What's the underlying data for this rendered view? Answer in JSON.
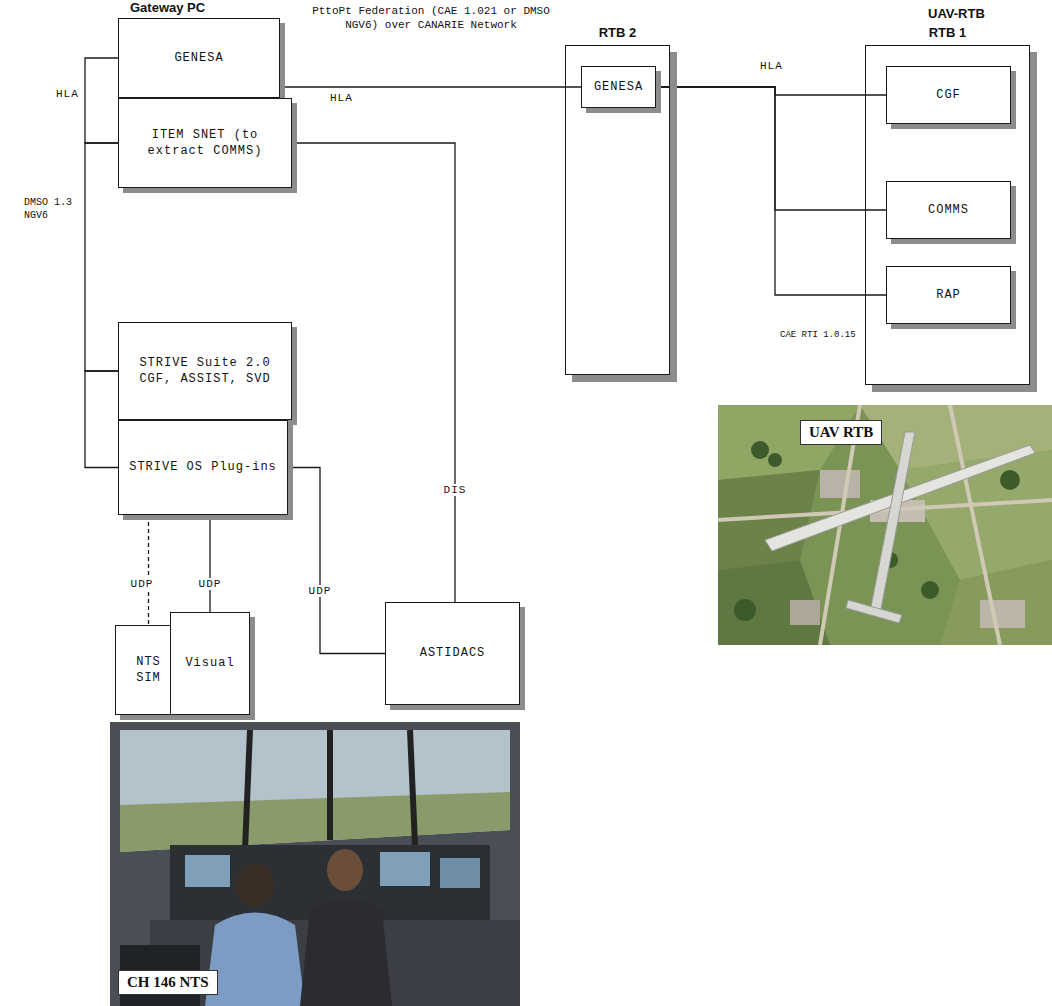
{
  "diagram": {
    "title": "UAV-RTB",
    "nodes": [
      {
        "text": [
          "GENESA"
        ]
      },
      {
        "text": [
          "ITEM SNET (to extract COMMS)"
        ]
      },
      {
        "text": [
          "STRIVE Suite 2.0 CGF, ASSIST, SVD"
        ]
      },
      {
        "text": [
          "STRIVE OS Plug-ins"
        ]
      },
      {
        "text": [
          "RTB 2"
        ]
      },
      {
        "text": [
          "GENESA"
        ],
        "in": 4
      },
      {
        "text": [
          "RTB 1"
        ]
      },
      {
        "text": [
          "CGF"
        ],
        "in": 6
      },
      {
        "text": [
          "COMMS"
        ],
        "in": 6
      },
      {
        "text": [
          "RAP"
        ],
        "in": 6
      },
      {
        "text": [
          "NTS SIM"
        ]
      },
      {
        "text": [
          "Visual"
        ]
      },
      {
        "text": [
          "ASTIDACS"
        ]
      }
    ],
    "edges": [
      {
        "from": 0,
        "to": 5,
        "arrow": "none",
        "label": "PttoPt Federation (CAE 1.021 or DMSO NGV6) over CANARIE Network"
      },
      {
        "from": 5,
        "to": 7,
        "arrow": "none"
      },
      {
        "from": 5,
        "to": 8,
        "arrow": "none"
      },
      {
        "from": 5,
        "to": 9,
        "arrow": "none"
      },
      {
        "from": 0,
        "to": 1,
        "arrow": "none"
      },
      {
        "from": 1,
        "to": 2,
        "arrow": "none"
      },
      {
        "from": 2,
        "to": 3,
        "arrow": "none"
      },
      {
        "from": 1,
        "to": 12,
        "arrow": "none"
      },
      {
        "from": 3,
        "to": 10,
        "arrow": "none"
      },
      {
        "from": 3,
        "to": 11,
        "arrow": "none"
      },
      {
        "from": 3,
        "to": 12,
        "arrow": "none"
      }
    ],
    "labels": [
      "Gateway PC",
      "HLA",
      "HLA",
      "DMSO 1.3 NGV6",
      "HLA",
      "CAE RTI 1.0.15",
      "DIS",
      "UDP",
      "UDP",
      "UDP",
      "UAV RTB",
      "CH 146 NTS"
    ]
  }
}
